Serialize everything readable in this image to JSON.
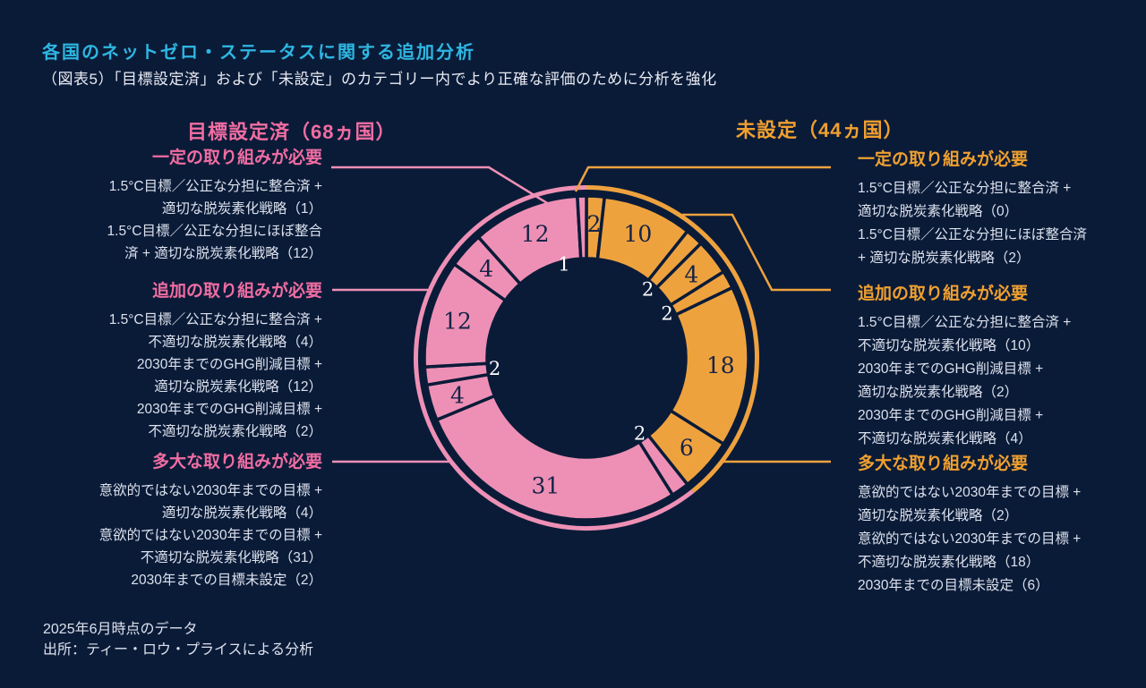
{
  "page": {
    "title": "各国のネットゼロ・ステータスに関する追加分析",
    "subtitle": "（図表5）「目標設定済」および「未設定」のカテゴリー内でより正確な評価のために分析を強化",
    "footnote_line1": "2025年6月時点のデータ",
    "footnote_line2": "出所：ティー・ロウ・プライスによる分析"
  },
  "colors": {
    "background": "#0a1b38",
    "pink_fill": "#ee90b5",
    "pink_text": "#f06da2",
    "orange_fill": "#eea23e",
    "orange_text": "#f0a02f",
    "cyan_title": "#2eb6e1",
    "body_text": "#dce1ec",
    "dark_number": "#152347",
    "white_number": "#ffffff"
  },
  "left_group": {
    "header": "目標設定済（68ヵ国）",
    "sections": [
      {
        "title": "一定の取り組みが必要",
        "items": [
          [
            "1.5°C目標／公正な分担に整合済 +",
            "適切な脱炭素化戦略（1）"
          ],
          [
            "1.5°C目標／公正な分担にほぼ整合",
            "済 + 適切な脱炭素化戦略（12）"
          ]
        ]
      },
      {
        "title": "追加の取り組みが必要",
        "items": [
          [
            "1.5°C目標／公正な分担に整合済 +",
            "不適切な脱炭素化戦略（4）"
          ],
          [
            "2030年までのGHG削減目標 +",
            "適切な脱炭素化戦略（12）"
          ],
          [
            "2030年までのGHG削減目標 +",
            "不適切な脱炭素化戦略（2）"
          ]
        ]
      },
      {
        "title": "多大な取り組みが必要",
        "items": [
          [
            "意欲的ではない2030年までの目標 +",
            "適切な脱炭素化戦略（4）"
          ],
          [
            "意欲的ではない2030年までの目標 +",
            "不適切な脱炭素化戦略（31）"
          ],
          [
            "2030年までの目標未設定（2）"
          ]
        ]
      }
    ]
  },
  "right_group": {
    "header": "未設定（44ヵ国）",
    "sections": [
      {
        "title": "一定の取り組みが必要",
        "items": [
          [
            "1.5°C目標／公正な分担に整合済 +",
            "適切な脱炭素化戦略（0）"
          ],
          [
            "1.5°C目標／公正な分担にほぼ整合済",
            "+ 適切な脱炭素化戦略（2）"
          ]
        ]
      },
      {
        "title": "追加の取り組みが必要",
        "items": [
          [
            "1.5°C目標／公正な分担に整合済 +",
            "不適切な脱炭素化戦略（10）"
          ],
          [
            "2030年までのGHG削減目標 +",
            "適切な脱炭素化戦略（2）"
          ],
          [
            "2030年までのGHG削減目標 +",
            "不適切な脱炭素化戦略（4）"
          ]
        ]
      },
      {
        "title": "多大な取り組みが必要",
        "items": [
          [
            "意欲的ではない2030年までの目標 +",
            "適切な脱炭素化戦略（2）"
          ],
          [
            "意欲的ではない2030年までの目標 +",
            "不適切な脱炭素化戦略（18）"
          ],
          [
            "2030年までの目標未設定（6）"
          ]
        ]
      }
    ]
  },
  "chart_data": {
    "type": "pie",
    "subtype": "donut",
    "total": 112,
    "groups": [
      {
        "id": "unset",
        "label": "未設定（44ヵ国）",
        "total": 44,
        "color": "#eea23e"
      },
      {
        "id": "set",
        "label": "目標設定済（68ヵ国）",
        "total": 68,
        "color": "#ee90b5"
      }
    ],
    "segments_clockwise_from_top": [
      {
        "value": 2,
        "group": "unset",
        "category": "1.5°C目標／公正な分担にほぼ整合済 + 適切な脱炭素化戦略",
        "label_pos": "in"
      },
      {
        "value": 10,
        "group": "unset",
        "category": "1.5°C目標／公正な分担に整合済 + 不適切な脱炭素化戦略",
        "label_pos": "in"
      },
      {
        "value": 2,
        "group": "unset",
        "category": "2030年までのGHG削減目標 + 適切な脱炭素化戦略",
        "label_pos": "hole"
      },
      {
        "value": 4,
        "group": "unset",
        "category": "2030年までのGHG削減目標 + 不適切な脱炭素化戦略",
        "label_pos": "in"
      },
      {
        "value": 2,
        "group": "unset",
        "category": "意欲的ではない2030年までの目標 + 適切な脱炭素化戦略",
        "label_pos": "hole"
      },
      {
        "value": 18,
        "group": "unset",
        "category": "意欲的ではない2030年までの目標 + 不適切な脱炭素化戦略",
        "label_pos": "in"
      },
      {
        "value": 6,
        "group": "unset",
        "category": "2030年までの目標未設定",
        "label_pos": "in"
      },
      {
        "value": 2,
        "group": "set",
        "category": "2030年までの目標未設定",
        "label_pos": "hole"
      },
      {
        "value": 31,
        "group": "set",
        "category": "意欲的ではない2030年までの目標 + 不適切な脱炭素化戦略",
        "label_pos": "in"
      },
      {
        "value": 4,
        "group": "set",
        "category": "意欲的ではない2030年までの目標 + 適切な脱炭素化戦略",
        "label_pos": "in"
      },
      {
        "value": 2,
        "group": "set",
        "category": "2030年までのGHG削減目標 + 不適切な脱炭素化戦略",
        "label_pos": "hole"
      },
      {
        "value": 12,
        "group": "set",
        "category": "2030年までのGHG削減目標 + 適切な脱炭素化戦略",
        "label_pos": "in"
      },
      {
        "value": 4,
        "group": "set",
        "category": "1.5°C目標／公正な分担に整合済 + 不適切な脱炭素化戦略",
        "label_pos": "in"
      },
      {
        "value": 12,
        "group": "set",
        "category": "1.5°C目標／公正な分担にほぼ整合 + 適切な脱炭素化戦略",
        "label_pos": "in"
      },
      {
        "value": 1,
        "group": "set",
        "category": "1.5°C目標／公正な分担に整合済 + 適切な脱炭素化戦略",
        "label_pos": "hole",
        "label_offset": [
          -22,
          -2
        ]
      }
    ],
    "legend_position": "sides",
    "grid": false
  }
}
